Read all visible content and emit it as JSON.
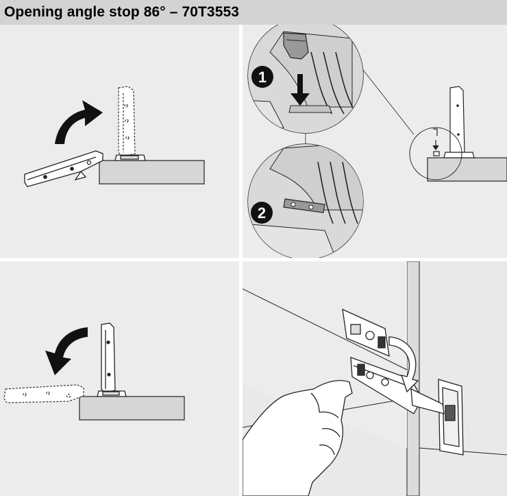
{
  "title": "Opening angle stop 86° – 70T3553",
  "steps": [
    {
      "number": "1"
    },
    {
      "number": "2"
    }
  ],
  "panels": [
    {
      "name": "hinge-open-motion",
      "icon": "curved-arrow-up-icon"
    },
    {
      "name": "angle-stop-insert-detail",
      "icon": "down-arrow-icon"
    },
    {
      "name": "hinge-close-motion",
      "icon": "curved-arrow-down-icon"
    },
    {
      "name": "angle-stop-mounted-view",
      "icon": "curved-arrow-icon"
    }
  ],
  "colors": {
    "title_bar": "#d3d3d3",
    "panel_bg": "#ececec",
    "part_fill": "#ffffff",
    "cabinet_fill": "#d6d6d6",
    "line": "#222222",
    "badge": "#111111"
  }
}
